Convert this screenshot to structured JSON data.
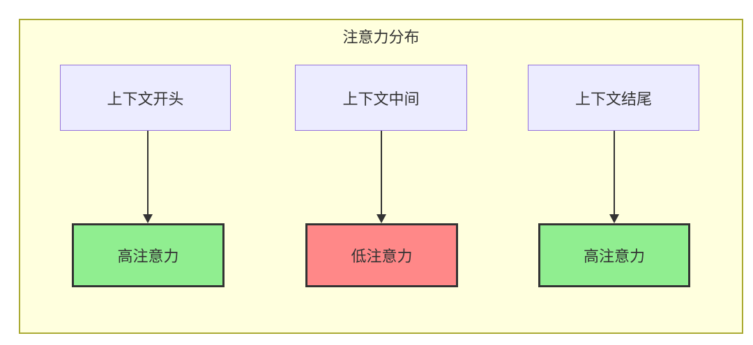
{
  "diagram": {
    "title": "注意力分布",
    "columns": [
      {
        "top_label": "上下文开头",
        "bottom_label": "高注意力",
        "attention": "high"
      },
      {
        "top_label": "上下文中间",
        "bottom_label": "低注意力",
        "attention": "low"
      },
      {
        "top_label": "上下文结尾",
        "bottom_label": "高注意力",
        "attention": "high"
      }
    ],
    "colors": {
      "container_bg": "#FFFFDE",
      "container_border": "#AAAA33",
      "context_node_bg": "#ECECFF",
      "context_node_border": "#9370DB",
      "high_attention_bg": "#90EE90",
      "low_attention_bg": "#FF8888",
      "result_node_border": "#333333",
      "text": "#333333",
      "arrow": "#333333"
    }
  }
}
